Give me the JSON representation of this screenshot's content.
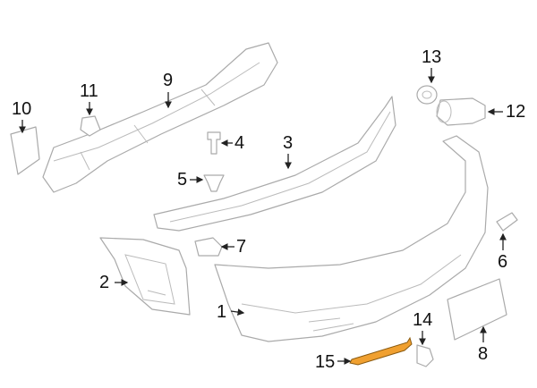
{
  "diagram": {
    "highlight_color": "#f0a030",
    "callouts": [
      {
        "id": "1",
        "label": "1"
      },
      {
        "id": "2",
        "label": "2"
      },
      {
        "id": "3",
        "label": "3"
      },
      {
        "id": "4",
        "label": "4"
      },
      {
        "id": "5",
        "label": "5"
      },
      {
        "id": "6",
        "label": "6"
      },
      {
        "id": "7",
        "label": "7"
      },
      {
        "id": "8",
        "label": "8"
      },
      {
        "id": "9",
        "label": "9"
      },
      {
        "id": "10",
        "label": "10"
      },
      {
        "id": "11",
        "label": "11"
      },
      {
        "id": "12",
        "label": "12"
      },
      {
        "id": "13",
        "label": "13"
      },
      {
        "id": "14",
        "label": "14"
      },
      {
        "id": "15",
        "label": "15"
      }
    ]
  }
}
